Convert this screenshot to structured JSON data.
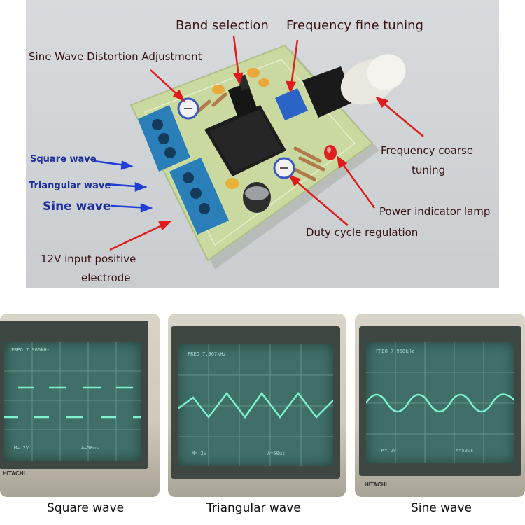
{
  "labels": {
    "band_selection": "Band selection",
    "frequency_fine_tuning": "Frequency fine tuning",
    "sine_distortion": "Sine Wave Distortion Adjustment",
    "square_wave": "Square wave",
    "triangular_wave": "Triangular wave",
    "sine_wave": "Sine wave",
    "input_positive_1": "12V input positive",
    "input_positive_2": "electrode",
    "coarse_tuning_1": "Frequency coarse",
    "coarse_tuning_2": "tuning",
    "power_lamp": "Power indicator lamp",
    "duty_cycle": "Duty cycle regulation"
  },
  "scopes": [
    {
      "readout_top": "FREQ 7.960kHz",
      "readout_left": "M= 2V",
      "readout_right": "A=50us",
      "caption": "Square wave",
      "brand": "HITACHI"
    },
    {
      "readout_top": "FREQ 7.967kHz",
      "readout_left": "M= 2V",
      "readout_right": "A=50us",
      "caption": "Triangular wave",
      "brand": ""
    },
    {
      "readout_top": "FREQ 7.958kHz",
      "readout_left": "M= 2V",
      "readout_right": "A=50us",
      "caption": "Sine wave",
      "brand": "HITACHI"
    }
  ],
  "colors": {
    "arrow_red": "#e01b1b",
    "arrow_blue": "#1f3fd6",
    "trace": "#7ef2cc",
    "pcb": "#c9d9a0",
    "terminal": "#2b7fb8"
  }
}
